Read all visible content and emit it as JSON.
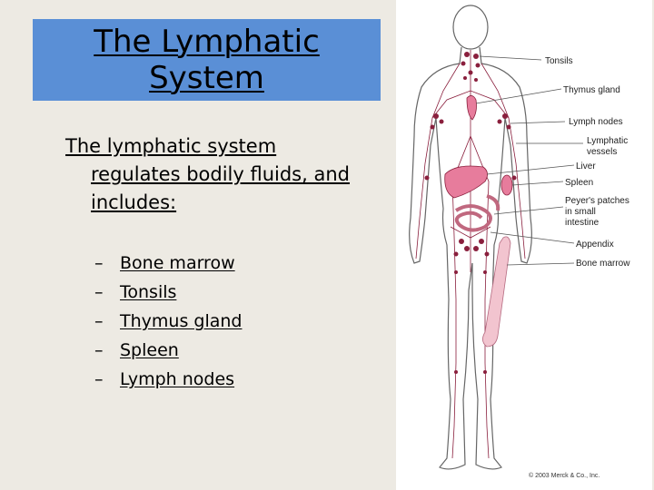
{
  "slide": {
    "title": "The Lymphatic System",
    "intro": "The lymphatic system regulates bodily fluids, and includes:",
    "bullets": [
      {
        "dash": "–",
        "label": "Bone marrow"
      },
      {
        "dash": "–",
        "label": "Tonsils"
      },
      {
        "dash": "–",
        "label": "Thymus gland"
      },
      {
        "dash": "–",
        "label": "Spleen"
      },
      {
        "dash": "–",
        "label": "Lymph nodes"
      }
    ]
  },
  "figure": {
    "labels": {
      "tonsils": "Tonsils",
      "thymus": "Thymus gland",
      "lymph_nodes": "Lymph nodes",
      "vessels_1": "Lymphatic",
      "vessels_2": "vessels",
      "liver": "Liver",
      "spleen": "Spleen",
      "peyers_1": "Peyer's patches",
      "peyers_2": "in small",
      "peyers_3": "intestine",
      "appendix": "Appendix",
      "bone_marrow": "Bone marrow"
    },
    "copyright": "© 2003 Merck & Co., Inc."
  },
  "colors": {
    "background": "#edeae3",
    "title_box": "#5a8fd6",
    "organ_pink": "#e77c9c",
    "node_maroon": "#8a1f3d"
  }
}
